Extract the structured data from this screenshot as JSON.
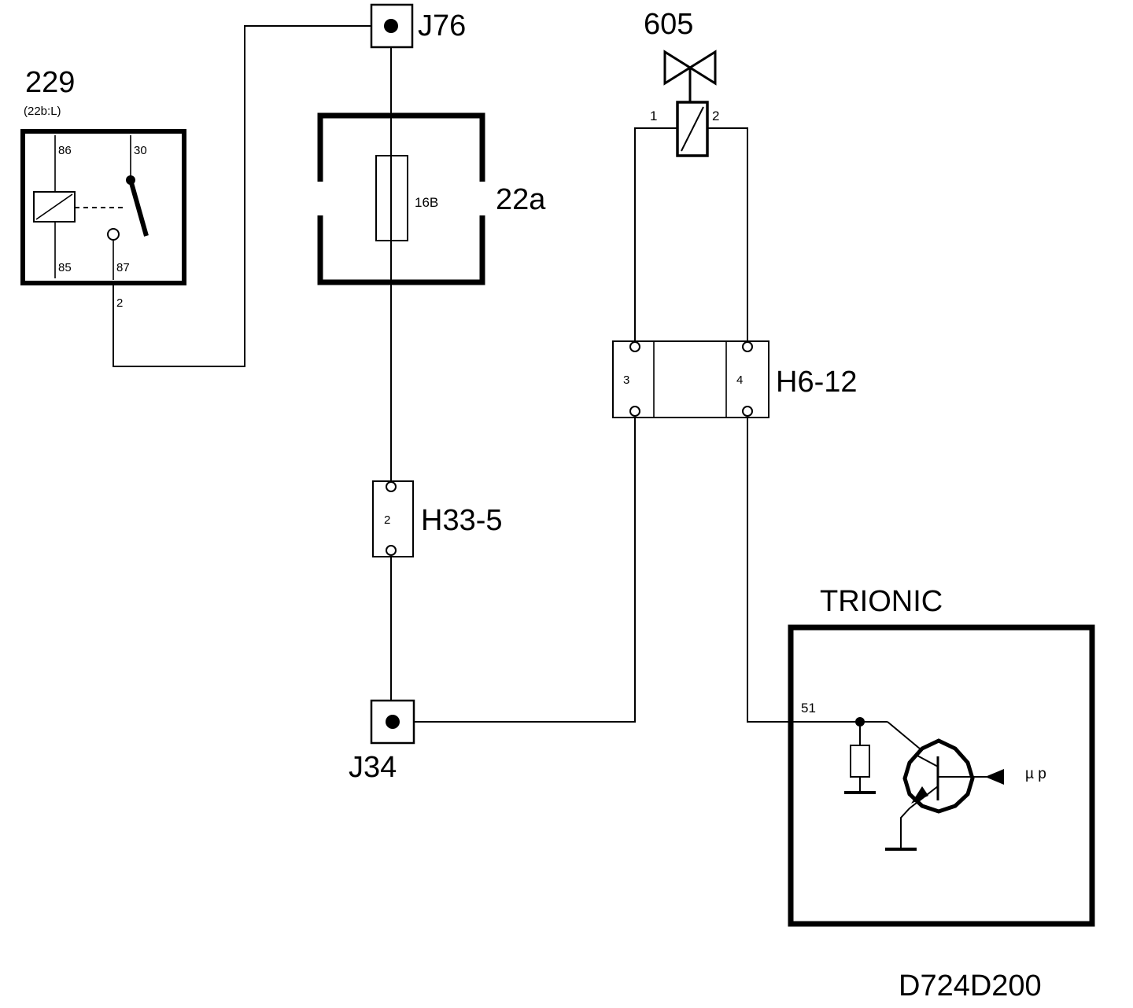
{
  "relay": {
    "id": "229",
    "ref": "(22b:L)",
    "pins": {
      "p86": "86",
      "p30": "30",
      "p85": "85",
      "p87": "87"
    },
    "wire_pin": "2"
  },
  "junction_top": {
    "label": "J76"
  },
  "fuse_box": {
    "label": "22a",
    "fuse_label": "16B"
  },
  "connector_h33": {
    "label": "H33-5",
    "pin": "2"
  },
  "junction_bottom": {
    "label": "J34"
  },
  "valve": {
    "label": "605",
    "pin1": "1",
    "pin2": "2"
  },
  "connector_h6": {
    "label": "H6-12",
    "pin_left": "3",
    "pin_right": "4"
  },
  "trionic": {
    "label": "TRIONIC",
    "pin": "51",
    "input_label": "µ p"
  },
  "drawing_id": "D724D200"
}
